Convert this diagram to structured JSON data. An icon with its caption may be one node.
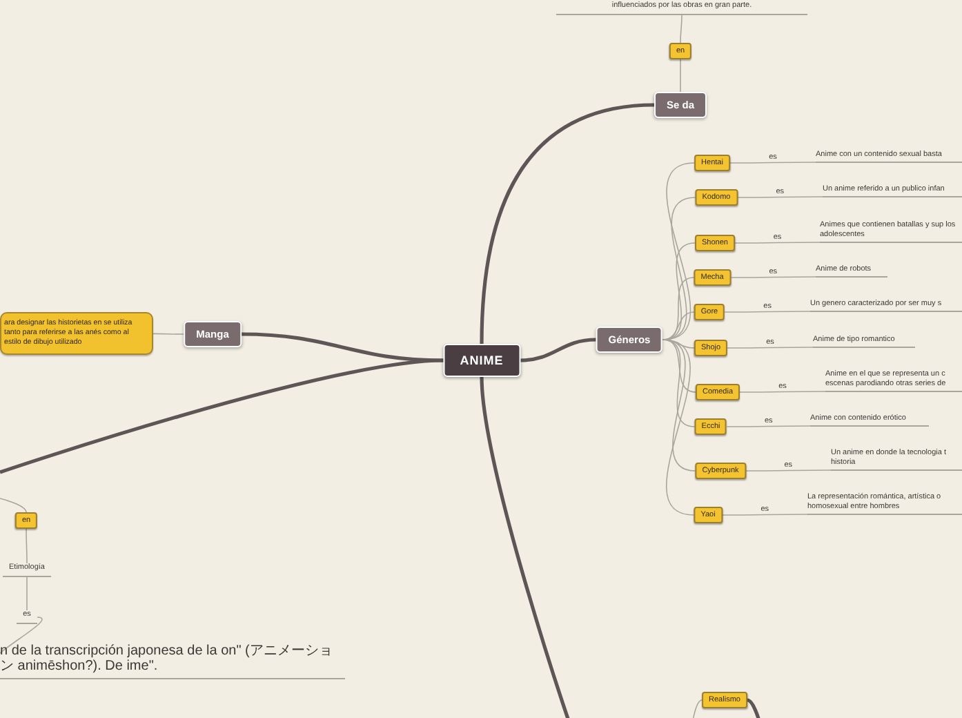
{
  "diagram": {
    "nodes": [
      {
        "text": [
          "ANIME"
        ]
      },
      {
        "text": [
          "Se da"
        ]
      },
      {
        "text": [
          "en"
        ]
      },
      {
        "text": [
          "influenciados por las obras en gran parte."
        ]
      },
      {
        "text": [
          "Géneros"
        ]
      },
      {
        "text": [
          "Hentai"
        ]
      },
      {
        "text": [
          "Anime con un contenido sexual basta"
        ]
      },
      {
        "text": [
          "Kodomo"
        ]
      },
      {
        "text": [
          "Un anime referido a un publico infan"
        ]
      },
      {
        "text": [
          "Shonen"
        ]
      },
      {
        "text": [
          "Animes que contienen batallas y sup los adolescentes"
        ]
      },
      {
        "text": [
          "Mecha"
        ]
      },
      {
        "text": [
          "Anime de robots"
        ]
      },
      {
        "text": [
          "Gore"
        ]
      },
      {
        "text": [
          "Un genero caracterizado por ser muy s"
        ]
      },
      {
        "text": [
          "Shojo"
        ]
      },
      {
        "text": [
          "Anime de tipo romantico"
        ]
      },
      {
        "text": [
          "Comedia"
        ]
      },
      {
        "text": [
          "Anime en el que se representa un c escenas parodiando otras series de"
        ]
      },
      {
        "text": [
          "Ecchi"
        ]
      },
      {
        "text": [
          "Anime con contenido erótico"
        ]
      },
      {
        "text": [
          "Cyberpunk"
        ]
      },
      {
        "text": [
          "Un anime en donde la tecnologia t historia"
        ]
      },
      {
        "text": [
          "Yaoi"
        ]
      },
      {
        "text": [
          "La representación romántica, artística o homosexual entre hombres"
        ]
      },
      {
        "text": [
          "Manga"
        ]
      },
      {
        "text": [
          "ara designar las historietas en se utiliza tanto para referirse a las anés como al estilo de dibujo utilizado"
        ]
      },
      {
        "text": [
          "en"
        ]
      },
      {
        "text": [
          "Etimología"
        ]
      },
      {
        "text": [
          "es"
        ]
      },
      {
        "text": [
          "n de la transcripción japonesa de la on\" (アニメーション animēshon?). De ime\"."
        ]
      },
      {
        "text": [
          "Realismo"
        ]
      }
    ],
    "edges": [
      {
        "from": 0,
        "to": 1,
        "arrow": "none",
        "style": "thick",
        "color": "#5e5656"
      },
      {
        "from": 1,
        "to": 2,
        "arrow": "none"
      },
      {
        "from": 2,
        "to": 3,
        "arrow": "none"
      },
      {
        "from": 0,
        "to": 4,
        "arrow": "none",
        "style": "thick",
        "color": "#5e5656"
      },
      {
        "from": 4,
        "to": 5,
        "arrow": "none"
      },
      {
        "from": 4,
        "to": 7,
        "arrow": "none"
      },
      {
        "from": 4,
        "to": 9,
        "arrow": "none"
      },
      {
        "from": 4,
        "to": 11,
        "arrow": "none"
      },
      {
        "from": 4,
        "to": 13,
        "arrow": "none"
      },
      {
        "from": 4,
        "to": 15,
        "arrow": "none"
      },
      {
        "from": 4,
        "to": 17,
        "arrow": "none"
      },
      {
        "from": 4,
        "to": 19,
        "arrow": "none"
      },
      {
        "from": 4,
        "to": 21,
        "arrow": "none"
      },
      {
        "from": 4,
        "to": 23,
        "arrow": "none"
      },
      {
        "from": 5,
        "to": 6,
        "arrow": "none",
        "label": "es"
      },
      {
        "from": 7,
        "to": 8,
        "arrow": "none",
        "label": "es"
      },
      {
        "from": 9,
        "to": 10,
        "arrow": "none",
        "label": "es"
      },
      {
        "from": 11,
        "to": 12,
        "arrow": "none",
        "label": "es"
      },
      {
        "from": 13,
        "to": 14,
        "arrow": "none",
        "label": "es"
      },
      {
        "from": 15,
        "to": 16,
        "arrow": "none",
        "label": "es"
      },
      {
        "from": 17,
        "to": 18,
        "arrow": "none",
        "label": "es"
      },
      {
        "from": 19,
        "to": 20,
        "arrow": "none",
        "label": "es"
      },
      {
        "from": 21,
        "to": 22,
        "arrow": "none",
        "label": "es"
      },
      {
        "from": 23,
        "to": 24,
        "arrow": "none",
        "label": "es"
      },
      {
        "from": 0,
        "to": 25,
        "arrow": "none",
        "style": "thick",
        "color": "#5e5656"
      },
      {
        "from": 25,
        "to": 26,
        "arrow": "none"
      },
      {
        "from": 0,
        "to": null,
        "arrow": "none",
        "style": "thick",
        "color": "#5e5656"
      },
      {
        "from": 0,
        "to": null,
        "arrow": "none",
        "style": "thick",
        "color": "#5e5656"
      },
      {
        "from": null,
        "to": 27,
        "arrow": "none"
      },
      {
        "from": 27,
        "to": 28,
        "arrow": "none"
      },
      {
        "from": 28,
        "to": 29,
        "arrow": "none"
      },
      {
        "from": 29,
        "to": 30,
        "arrow": "none"
      },
      {
        "from": null,
        "to": 31,
        "arrow": "none"
      },
      {
        "from": 31,
        "to": null,
        "arrow": "none",
        "style": "thick",
        "color": "#5e5656"
      }
    ]
  }
}
